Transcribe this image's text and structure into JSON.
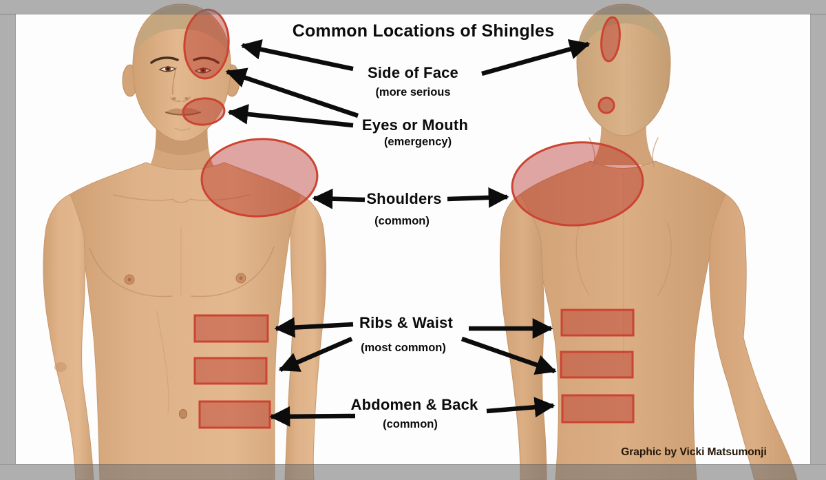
{
  "title": "Common Locations of Shingles",
  "credit": "Graphic by Vicki Matsumonji",
  "labels": {
    "side_of_face": {
      "name": "Side of Face",
      "note": "(more serious"
    },
    "eyes_or_mouth": {
      "name": "Eyes or Mouth",
      "note": "(emergency)"
    },
    "shoulders": {
      "name": "Shoulders",
      "note": "(common)"
    },
    "ribs_waist": {
      "name": "Ribs & Waist",
      "note": "(most common)"
    },
    "abdomen_back": {
      "name": "Abdomen & Back",
      "note": "(common)"
    }
  },
  "colors": {
    "highlight_fill": "rgba(180,44,35,0.42)",
    "highlight_stroke": "#cb4431",
    "arrow": "#0c0c0c",
    "frame": "#b0b0b2",
    "canvas": "#fdfdfd",
    "skin": "#dcae85"
  }
}
